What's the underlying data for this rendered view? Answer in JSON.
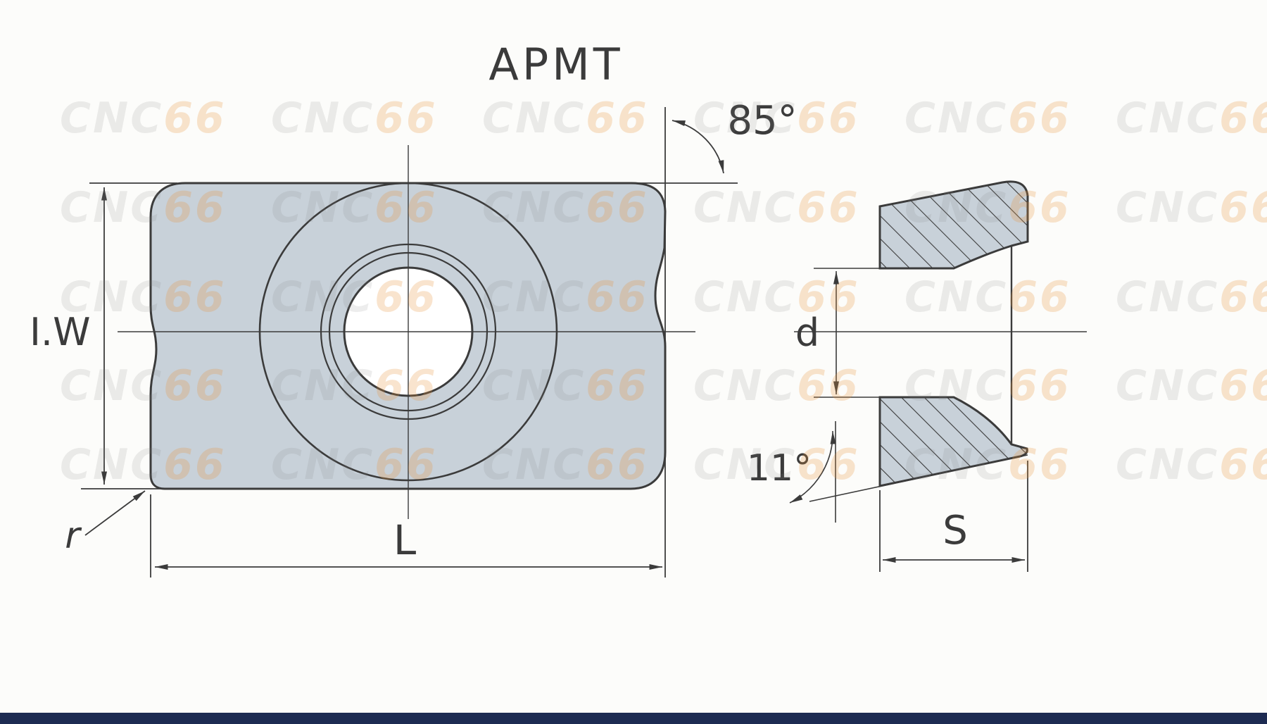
{
  "title": "APMT",
  "watermark": {
    "part1": "CNC",
    "part2": "66"
  },
  "front_view": {
    "angle_label": "85°",
    "width_label": "I.W",
    "length_label": "L",
    "corner_radius_label": "r"
  },
  "side_view": {
    "hole_diameter_label": "d",
    "clearance_angle_label": "11°",
    "thickness_label": "S"
  },
  "colors": {
    "line": "#3b3b3b",
    "insert_fill": "#c8d1d9",
    "background": "#fcfcfa",
    "watermark_gray": "rgba(125,125,125,0.14)",
    "watermark_orange": "rgba(233,148,60,0.25)",
    "bottom_bar": "#1d2b52"
  }
}
